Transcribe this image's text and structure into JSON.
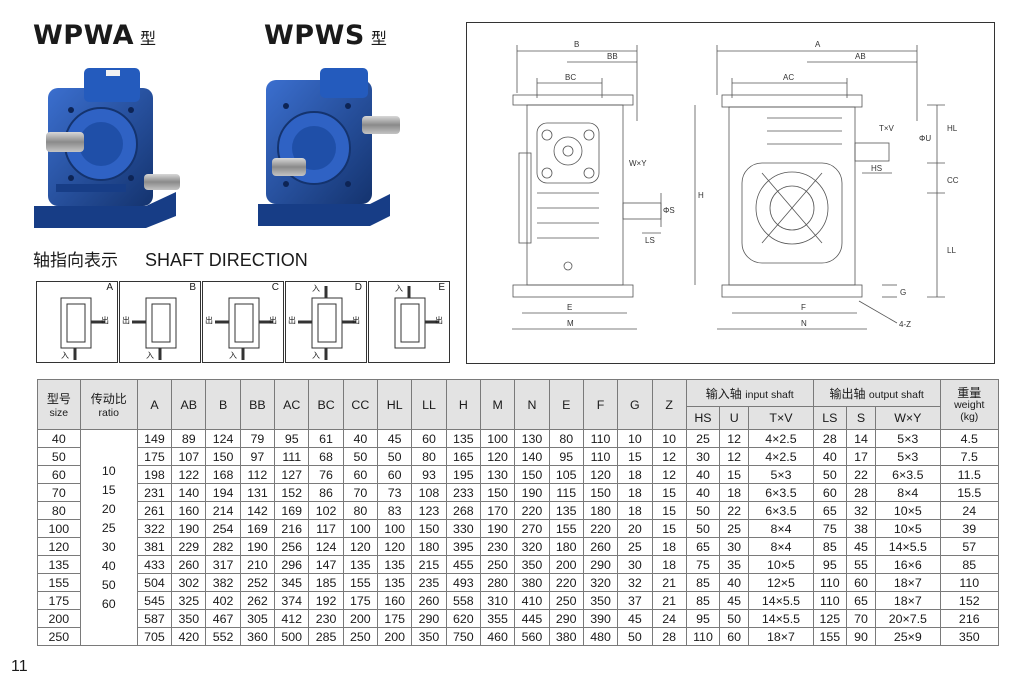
{
  "models": [
    {
      "name": "WPWA",
      "suffix": "型"
    },
    {
      "name": "WPWS",
      "suffix": "型"
    }
  ],
  "shaft_direction": {
    "cn": "轴指向表示",
    "en": "SHAFT  DIRECTION"
  },
  "directions": [
    {
      "letter": "A",
      "in_label": "入",
      "out_label": "出"
    },
    {
      "letter": "B",
      "in_label": "入",
      "out_label": "出"
    },
    {
      "letter": "C",
      "in_label": "入",
      "out_label": "出"
    },
    {
      "letter": "D",
      "in_label": "入",
      "out_label": "出"
    },
    {
      "letter": "E",
      "in_label": "入",
      "out_label": "出"
    }
  ],
  "drawing_labels": {
    "B": "B",
    "BB": "BB",
    "BC": "BC",
    "WxY": "W×Y",
    "phiS": "ΦS",
    "LS": "LS",
    "H": "H",
    "E": "E",
    "M": "M",
    "A": "A",
    "AB": "AB",
    "AC": "AC",
    "TxV": "T×V",
    "phiU": "ΦU",
    "HL": "HL",
    "HS": "HS",
    "CC": "CC",
    "LL": "LL",
    "G": "G",
    "F": "F",
    "N": "N",
    "4Z": "4-Z"
  },
  "table": {
    "header": {
      "size_cn": "型号",
      "size_en": "size",
      "ratio_cn": "传动比",
      "ratio_en": "ratio",
      "dims": [
        "A",
        "AB",
        "B",
        "BB",
        "AC",
        "BC",
        "CC",
        "HL",
        "LL",
        "H",
        "M",
        "N",
        "E",
        "F",
        "G",
        "Z"
      ],
      "input_cn": "输入轴",
      "input_en": "input shaft",
      "input_cols": [
        "HS",
        "U",
        "T×V"
      ],
      "output_cn": "输出轴",
      "output_en": "output shaft",
      "output_cols": [
        "LS",
        "S",
        "W×Y"
      ],
      "weight_cn": "重量",
      "weight_en": "weight",
      "weight_unit": "(kg)"
    },
    "ratios": [
      "10",
      "15",
      "20",
      "25",
      "30",
      "40",
      "50",
      "60"
    ],
    "rows": [
      {
        "size": "40",
        "dims": [
          "149",
          "89",
          "124",
          "79",
          "95",
          "61",
          "40",
          "45",
          "60",
          "135",
          "100",
          "130",
          "80",
          "110",
          "10",
          "10"
        ],
        "input": [
          "25",
          "12",
          "4×2.5"
        ],
        "output": [
          "28",
          "14",
          "5×3"
        ],
        "weight": "4.5"
      },
      {
        "size": "50",
        "dims": [
          "175",
          "107",
          "150",
          "97",
          "111",
          "68",
          "50",
          "50",
          "80",
          "165",
          "120",
          "140",
          "95",
          "110",
          "15",
          "12"
        ],
        "input": [
          "30",
          "12",
          "4×2.5"
        ],
        "output": [
          "40",
          "17",
          "5×3"
        ],
        "weight": "7.5"
      },
      {
        "size": "60",
        "dims": [
          "198",
          "122",
          "168",
          "112",
          "127",
          "76",
          "60",
          "60",
          "93",
          "195",
          "130",
          "150",
          "105",
          "120",
          "18",
          "12"
        ],
        "input": [
          "40",
          "15",
          "5×3"
        ],
        "output": [
          "50",
          "22",
          "6×3.5"
        ],
        "weight": "11.5"
      },
      {
        "size": "70",
        "dims": [
          "231",
          "140",
          "194",
          "131",
          "152",
          "86",
          "70",
          "73",
          "108",
          "233",
          "150",
          "190",
          "115",
          "150",
          "18",
          "15"
        ],
        "input": [
          "40",
          "18",
          "6×3.5"
        ],
        "output": [
          "60",
          "28",
          "8×4"
        ],
        "weight": "15.5"
      },
      {
        "size": "80",
        "dims": [
          "261",
          "160",
          "214",
          "142",
          "169",
          "102",
          "80",
          "83",
          "123",
          "268",
          "170",
          "220",
          "135",
          "180",
          "18",
          "15"
        ],
        "input": [
          "50",
          "22",
          "6×3.5"
        ],
        "output": [
          "65",
          "32",
          "10×5"
        ],
        "weight": "24"
      },
      {
        "size": "100",
        "dims": [
          "322",
          "190",
          "254",
          "169",
          "216",
          "117",
          "100",
          "100",
          "150",
          "330",
          "190",
          "270",
          "155",
          "220",
          "20",
          "15"
        ],
        "input": [
          "50",
          "25",
          "8×4"
        ],
        "output": [
          "75",
          "38",
          "10×5"
        ],
        "weight": "39"
      },
      {
        "size": "120",
        "dims": [
          "381",
          "229",
          "282",
          "190",
          "256",
          "124",
          "120",
          "120",
          "180",
          "395",
          "230",
          "320",
          "180",
          "260",
          "25",
          "18"
        ],
        "input": [
          "65",
          "30",
          "8×4"
        ],
        "output": [
          "85",
          "45",
          "14×5.5"
        ],
        "weight": "57"
      },
      {
        "size": "135",
        "dims": [
          "433",
          "260",
          "317",
          "210",
          "296",
          "147",
          "135",
          "135",
          "215",
          "455",
          "250",
          "350",
          "200",
          "290",
          "30",
          "18"
        ],
        "input": [
          "75",
          "35",
          "10×5"
        ],
        "output": [
          "95",
          "55",
          "16×6"
        ],
        "weight": "85"
      },
      {
        "size": "155",
        "dims": [
          "504",
          "302",
          "382",
          "252",
          "345",
          "185",
          "155",
          "135",
          "235",
          "493",
          "280",
          "380",
          "220",
          "320",
          "32",
          "21"
        ],
        "input": [
          "85",
          "40",
          "12×5"
        ],
        "output": [
          "110",
          "60",
          "18×7"
        ],
        "weight": "110"
      },
      {
        "size": "175",
        "dims": [
          "545",
          "325",
          "402",
          "262",
          "374",
          "192",
          "175",
          "160",
          "260",
          "558",
          "310",
          "410",
          "250",
          "350",
          "37",
          "21"
        ],
        "input": [
          "85",
          "45",
          "14×5.5"
        ],
        "output": [
          "110",
          "65",
          "18×7"
        ],
        "weight": "152"
      },
      {
        "size": "200",
        "dims": [
          "587",
          "350",
          "467",
          "305",
          "412",
          "230",
          "200",
          "175",
          "290",
          "620",
          "355",
          "445",
          "290",
          "390",
          "45",
          "24"
        ],
        "input": [
          "95",
          "50",
          "14×5.5"
        ],
        "output": [
          "125",
          "70",
          "20×7.5"
        ],
        "weight": "216"
      },
      {
        "size": "250",
        "dims": [
          "705",
          "420",
          "552",
          "360",
          "500",
          "285",
          "250",
          "200",
          "350",
          "750",
          "460",
          "560",
          "380",
          "480",
          "50",
          "28"
        ],
        "input": [
          "110",
          "60",
          "18×7"
        ],
        "output": [
          "155",
          "90",
          "25×9"
        ],
        "weight": "350"
      }
    ]
  },
  "page_number": "11",
  "colors": {
    "gearbox_blue": "#1f4fa8",
    "gearbox_dark": "#14336e",
    "header_gray": "#e3e3e3"
  }
}
